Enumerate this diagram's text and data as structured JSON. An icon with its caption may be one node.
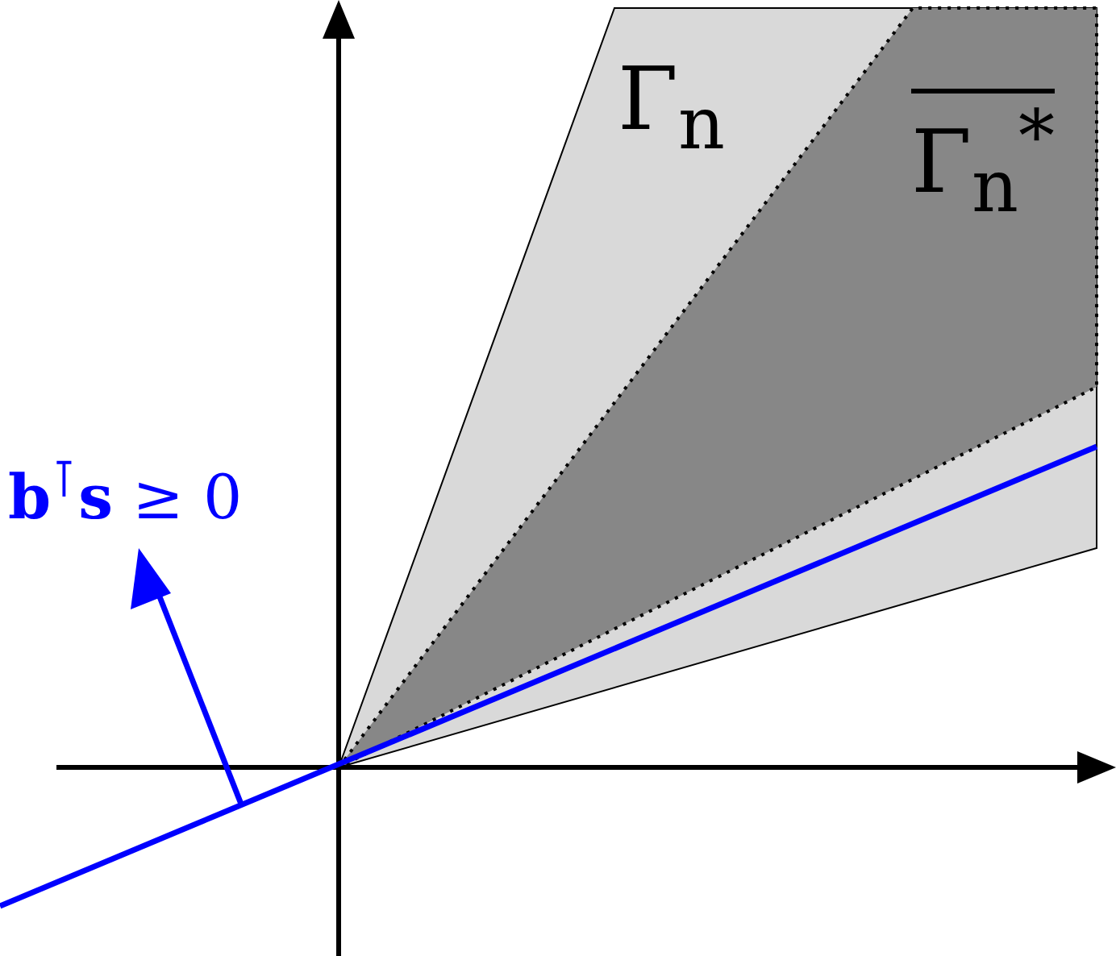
{
  "diagram": {
    "labels": [
      "Γ$_{n}$",
      "Γ$_{n}$$^{*}$",
      "**b**$^{⊺}$**s** ≥ 0"
    ]
  }
}
